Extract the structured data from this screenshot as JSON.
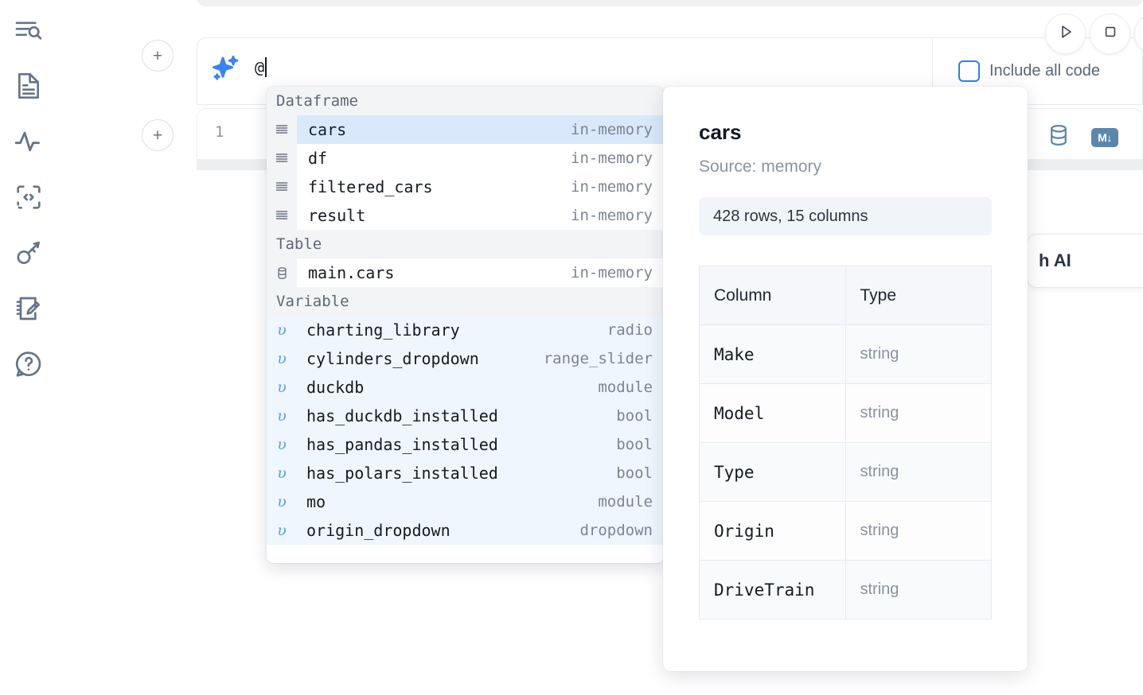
{
  "sidebar": {
    "items": [
      {
        "name": "outline-search-icon",
        "label": "Outline / Search"
      },
      {
        "name": "document-icon",
        "label": "Notebook files"
      },
      {
        "name": "activity-icon",
        "label": "Runtime activity"
      },
      {
        "name": "code-snippet-icon",
        "label": "Snippets"
      },
      {
        "name": "key-icon",
        "label": "Secrets"
      },
      {
        "name": "scratchpad-icon",
        "label": "Scratchpad"
      },
      {
        "name": "help-icon",
        "label": "Help"
      }
    ]
  },
  "toolbar": {
    "add_cell_label": "+",
    "run_label": "Run",
    "stop_label": "Stop",
    "include_all_code_label": "Include all code",
    "include_all_code_checked": false
  },
  "ai_prompt": {
    "sparkle_icon": "sparkles-icon",
    "value": "@",
    "caret": true
  },
  "code_cell": {
    "line_number": "1",
    "database_icon": "database-icon",
    "markdown_badge": "M"
  },
  "ai_card": {
    "label": "h AI"
  },
  "autocomplete": {
    "groups": [
      {
        "header": "Dataframe",
        "icon": "dataframe-icon",
        "kind": "dataframe",
        "items": [
          {
            "name": "cars",
            "type": "in-memory",
            "selected": true
          },
          {
            "name": "df",
            "type": "in-memory",
            "selected": false
          },
          {
            "name": "filtered_cars",
            "type": "in-memory",
            "selected": false
          },
          {
            "name": "result",
            "type": "in-memory",
            "selected": false
          }
        ]
      },
      {
        "header": "Table",
        "icon": "table-database-icon",
        "kind": "table",
        "items": [
          {
            "name": "main.cars",
            "type": "in-memory",
            "selected": false
          }
        ]
      },
      {
        "header": "Variable",
        "icon": "variable-icon",
        "kind": "variable",
        "items": [
          {
            "name": "charting_library",
            "type": "radio",
            "selected": false
          },
          {
            "name": "cylinders_dropdown",
            "type": "range_slider",
            "selected": false
          },
          {
            "name": "duckdb",
            "type": "module",
            "selected": false
          },
          {
            "name": "has_duckdb_installed",
            "type": "bool",
            "selected": false
          },
          {
            "name": "has_pandas_installed",
            "type": "bool",
            "selected": false
          },
          {
            "name": "has_polars_installed",
            "type": "bool",
            "selected": false
          },
          {
            "name": "mo",
            "type": "module",
            "selected": false
          },
          {
            "name": "origin_dropdown",
            "type": "dropdown",
            "selected": false
          }
        ]
      }
    ],
    "variable_glyph": "υ"
  },
  "preview": {
    "title": "cars",
    "source": "Source: memory",
    "shape": "428 rows, 15 columns",
    "columns_header": "Column",
    "type_header": "Type",
    "schema": [
      {
        "column": "Make",
        "type": "string"
      },
      {
        "column": "Model",
        "type": "string"
      },
      {
        "column": "Type",
        "type": "string"
      },
      {
        "column": "Origin",
        "type": "string"
      },
      {
        "column": "DriveTrain",
        "type": "string"
      }
    ]
  },
  "colors": {
    "accent_blue": "#2f7ff0",
    "sparkle_blue": "#3b82f6",
    "selected_row": "#d9e8fb",
    "variable_row": "#eff6fe",
    "group_header_bg": "#f3f4f6",
    "md_badge": "#5c87ab",
    "muted_text": "#8a93a2"
  }
}
